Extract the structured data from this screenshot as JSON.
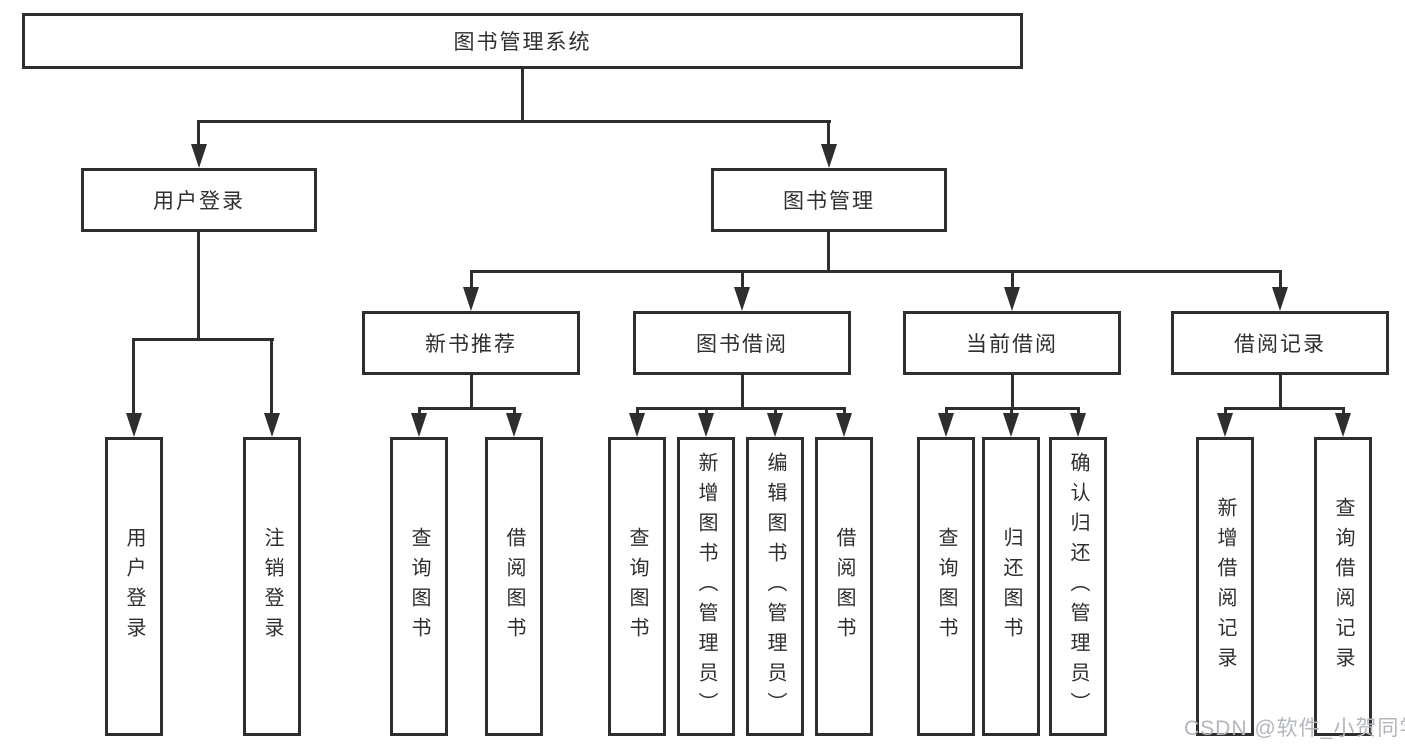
{
  "tree": {
    "root": "图书管理系统",
    "branches": [
      {
        "label": "用户登录",
        "children": [
          "用户登录",
          "注销登录"
        ]
      },
      {
        "label": "图书管理",
        "groups": [
          {
            "label": "新书推荐",
            "children": [
              "查询图书",
              "借阅图书"
            ]
          },
          {
            "label": "图书借阅",
            "children": [
              "查询图书",
              "新增图书（管理员）",
              "编辑图书（管理员）",
              "借阅图书"
            ]
          },
          {
            "label": "当前借阅",
            "children": [
              "查询图书",
              "归还图书",
              "确认归还（管理员）"
            ]
          },
          {
            "label": "借阅记录",
            "children": [
              "新增借阅记录",
              "查询借阅记录"
            ]
          }
        ]
      }
    ]
  },
  "watermark": {
    "text": "CSDN @软件_小贺同学"
  },
  "colors": {
    "line": "#2e2e2e",
    "text": "#2f2f2f",
    "background": "#ffffff",
    "watermark": "#b3b7bd"
  }
}
